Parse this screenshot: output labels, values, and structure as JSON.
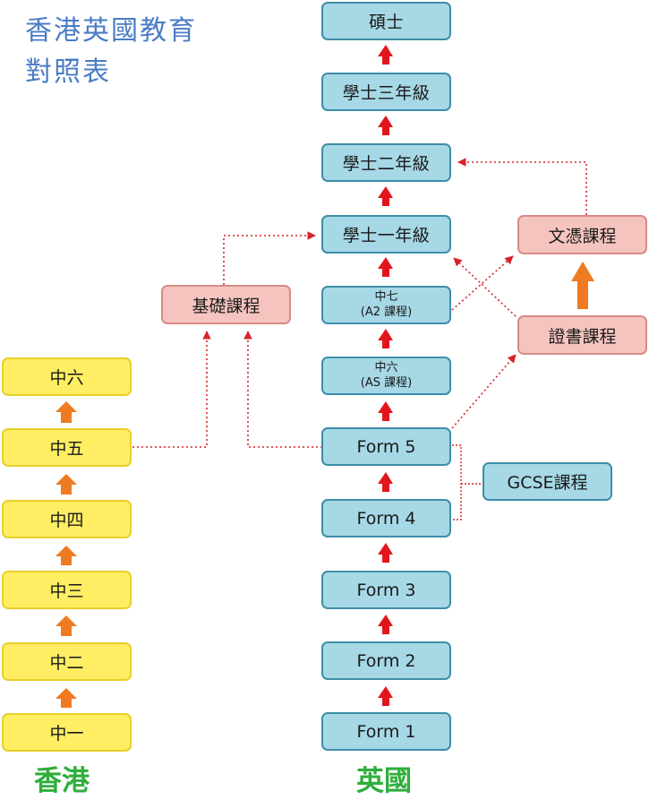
{
  "title": {
    "line1": "香港英國教育",
    "line2": "對照表"
  },
  "hk": {
    "label": "香港",
    "levels": [
      "中六",
      "中五",
      "中四",
      "中三",
      "中二",
      "中一"
    ]
  },
  "uk": {
    "label": "英國",
    "masters": "碩士",
    "year3": "學士三年級",
    "year2": "學士二年級",
    "year1": "學士一年級",
    "a2_line1": "中七",
    "a2_line2": "(A2 課程)",
    "as_line1": "中六",
    "as_line2": "(AS 課程)",
    "form5": "Form 5",
    "form4": "Form 4",
    "form3": "Form 3",
    "form2": "Form 2",
    "form1": "Form 1"
  },
  "side": {
    "foundation": "基礎課程",
    "diploma": "文憑課程",
    "certificate": "證書課程",
    "gcse": "GCSE課程"
  },
  "colors": {
    "hk_fill": "#ffee63",
    "uk_fill": "#a6d8e6",
    "side_fill": "#f6c4bf",
    "arrow_red": "#e2151c",
    "arrow_orange": "#ef7a22",
    "dotted_red": "#d6242a",
    "title_blue": "#4a7cc4",
    "label_green": "#2fae3c"
  }
}
